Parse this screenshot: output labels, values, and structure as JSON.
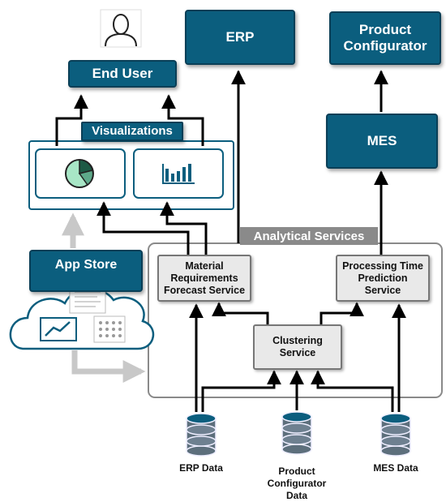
{
  "nodes": {
    "end_user": "End User",
    "erp": "ERP",
    "product_configurator": "Product\nConfigurator",
    "mes": "MES",
    "visualizations": "Visualizations",
    "app_store": "App Store",
    "analytical_services": "Analytical Services",
    "material_forecast": "Material\nRequirements\nForecast Service",
    "processing_time": "Processing Time\nPrediction\nService",
    "clustering": "Clustering\nService"
  },
  "data_sources": {
    "erp_data": "ERP Data",
    "product_configurator_data": "Product\nConfigurator\nData",
    "mes_data": "MES Data"
  },
  "colors": {
    "teal": "#0b5e7e",
    "teal_dark": "#0a3f57",
    "grey_arrow": "#c8c8c8",
    "black": "#000000"
  },
  "icons": [
    "user-icon",
    "pie-chart-icon",
    "bar-chart-icon",
    "cloud-icon",
    "line-chart-icon",
    "database-icon"
  ]
}
